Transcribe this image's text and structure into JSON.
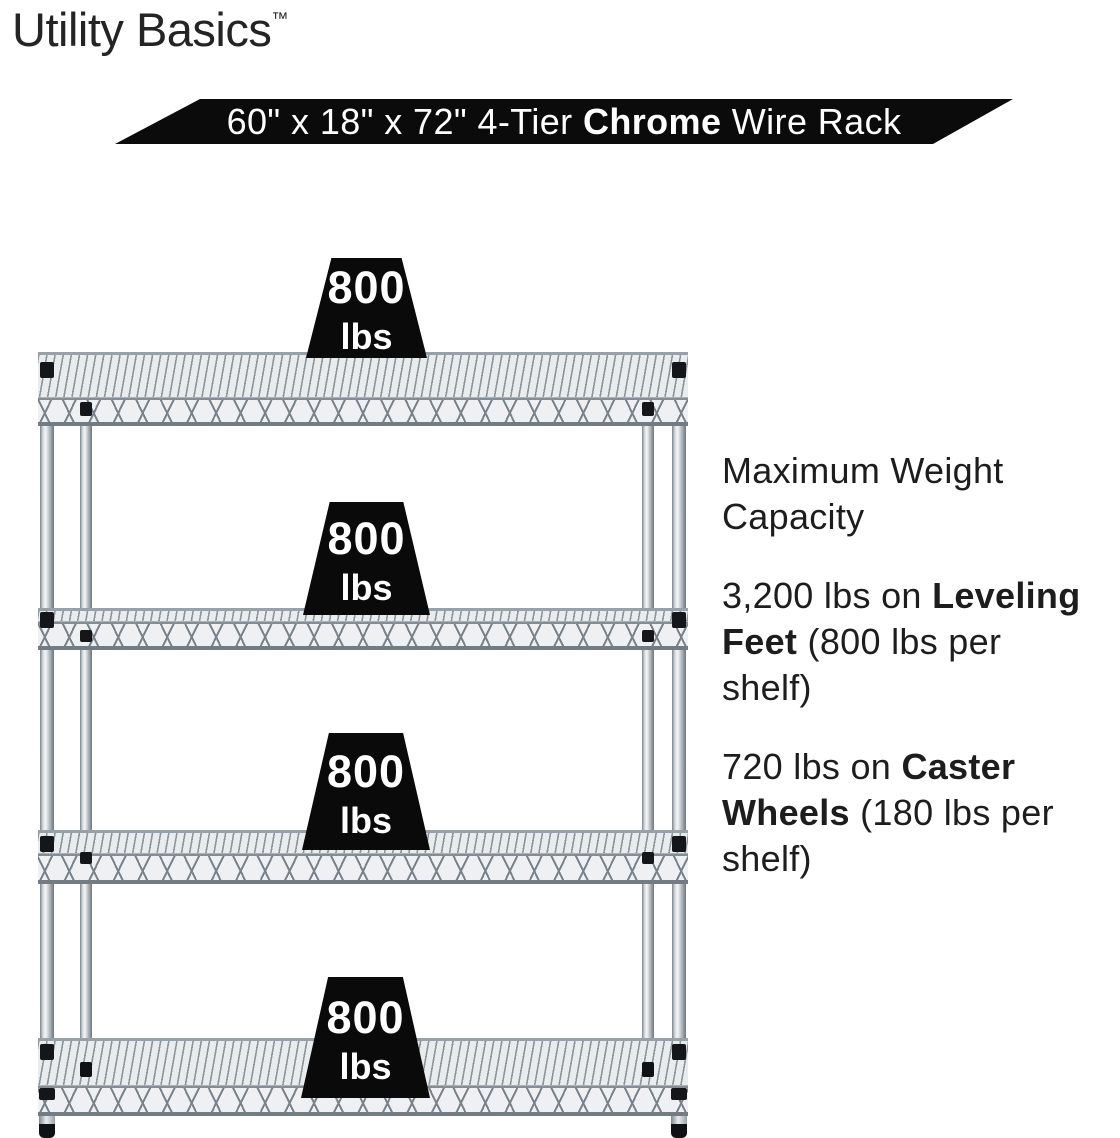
{
  "brand": {
    "name": "Utility Basics",
    "trademark": "™"
  },
  "banner": {
    "prefix": "60\" x 18\" x 72\" 4-Tier ",
    "highlight": "Chrome",
    "suffix": " Wire Rack"
  },
  "weight_badges": [
    {
      "value": "800",
      "unit": "lbs"
    },
    {
      "value": "800",
      "unit": "lbs"
    },
    {
      "value": "800",
      "unit": "lbs"
    },
    {
      "value": "800",
      "unit": "lbs"
    }
  ],
  "specs": {
    "heading": "Maximum Weight Capacity",
    "leveling": {
      "prefix": "3,200 lbs on ",
      "highlight": "Leveling Feet",
      "suffix": " (800 lbs per shelf)"
    },
    "casters": {
      "prefix": "720 lbs on ",
      "highlight": "Caster Wheels",
      "suffix": " (180 lbs per shelf)"
    }
  },
  "rack": {
    "tiers": 4
  },
  "colors": {
    "banner_bg": "#0b0b0c",
    "badge_bg": "#0a0a0b",
    "text": "#1d1d1d",
    "chrome_light": "#f4f6f7",
    "chrome_dark": "#6e767d",
    "background": "#ffffff"
  }
}
